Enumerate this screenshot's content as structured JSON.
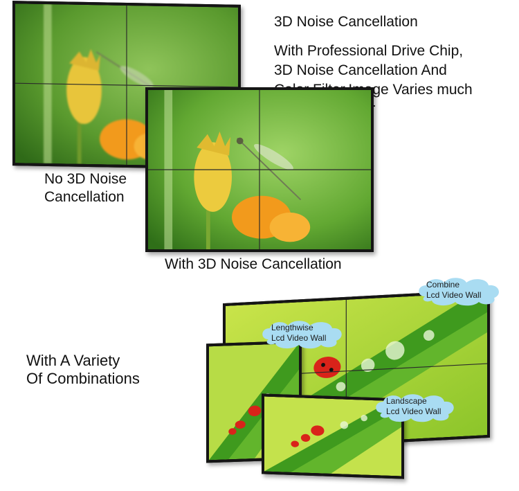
{
  "feature": {
    "title": "3D Noise Cancellation",
    "description": "With Professional Drive Chip,\n3D Noise Cancellation And\nColor Filter,Image Varies much"
  },
  "labels": {
    "no_nc": "No 3D Noise\nCancellation",
    "with_nc": "With 3D Noise Cancellation",
    "variety": "With A Variety\nOf Combinations"
  },
  "clouds": {
    "combine": "Combine\nLcd Video Wall",
    "lengthwise": "Lengthwise\nLcd Video Wall",
    "landscape": "Landscape\nLcd Video Wall"
  },
  "colors": {
    "cloud_fill": "#a9dcf2",
    "screen_bezel": "#151515",
    "leaf_green": "#5fae1f",
    "flower_yellow": "#e8c53a",
    "flower_orange": "#f29a1c"
  }
}
